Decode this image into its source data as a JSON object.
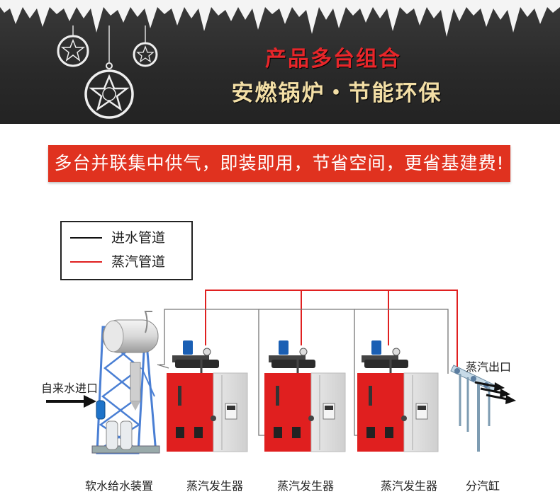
{
  "banner": {
    "headline": "产品多台组合",
    "subline": "安燃锅炉・节能环保"
  },
  "slogan": "多台并联集中供气，即装即用，节省空间，更省基建费!",
  "legend": {
    "items": [
      {
        "label": "进水管道",
        "color": "#111111"
      },
      {
        "label": "蒸汽管道",
        "color": "#e02020"
      }
    ]
  },
  "diagram": {
    "inlet_label": "自来水进口",
    "outlet_label": "蒸汽出口",
    "equipment_labels": [
      "软水给水装置",
      "蒸汽发生器",
      "蒸汽发生器",
      "蒸汽发生器",
      "分汽缸"
    ]
  },
  "colors": {
    "slogan_bg": "#e0321f",
    "generator_red": "#e01f1f",
    "steam_pipe": "#e02020",
    "water_pipe": "#111111"
  }
}
